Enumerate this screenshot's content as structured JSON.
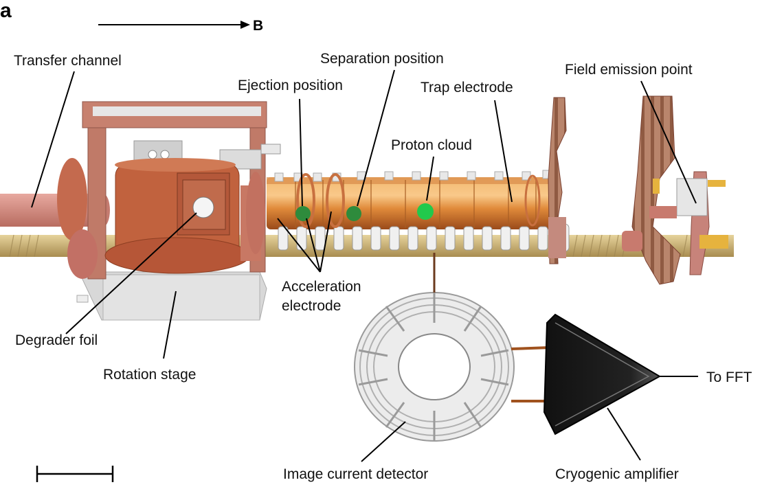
{
  "panel_label": "a",
  "field_label": "B",
  "labels": {
    "transfer_channel": "Transfer channel",
    "separation_position": "Separation position",
    "ejection_position": "Ejection position",
    "trap_electrode": "Trap electrode",
    "field_emission_point": "Field emission point",
    "proton_cloud": "Proton cloud",
    "acceleration_electrode_line1": "Acceleration",
    "acceleration_electrode_line2": "electrode",
    "degrader_foil": "Degrader foil",
    "rotation_stage": "Rotation stage",
    "to_fft": "To FFT",
    "image_current_detector": "Image current detector",
    "cryogenic_amplifier": "Cryogenic amplifier"
  },
  "colors": {
    "copper": "#c8703f",
    "copper_dark": "#a4512c",
    "gold": "#e2a24c",
    "salmon": "#d48f86",
    "thread": "#c8b27a",
    "proton_green": "#22c94c",
    "particle_green": "#2e8b3c",
    "silver": "#dcdcdc"
  }
}
